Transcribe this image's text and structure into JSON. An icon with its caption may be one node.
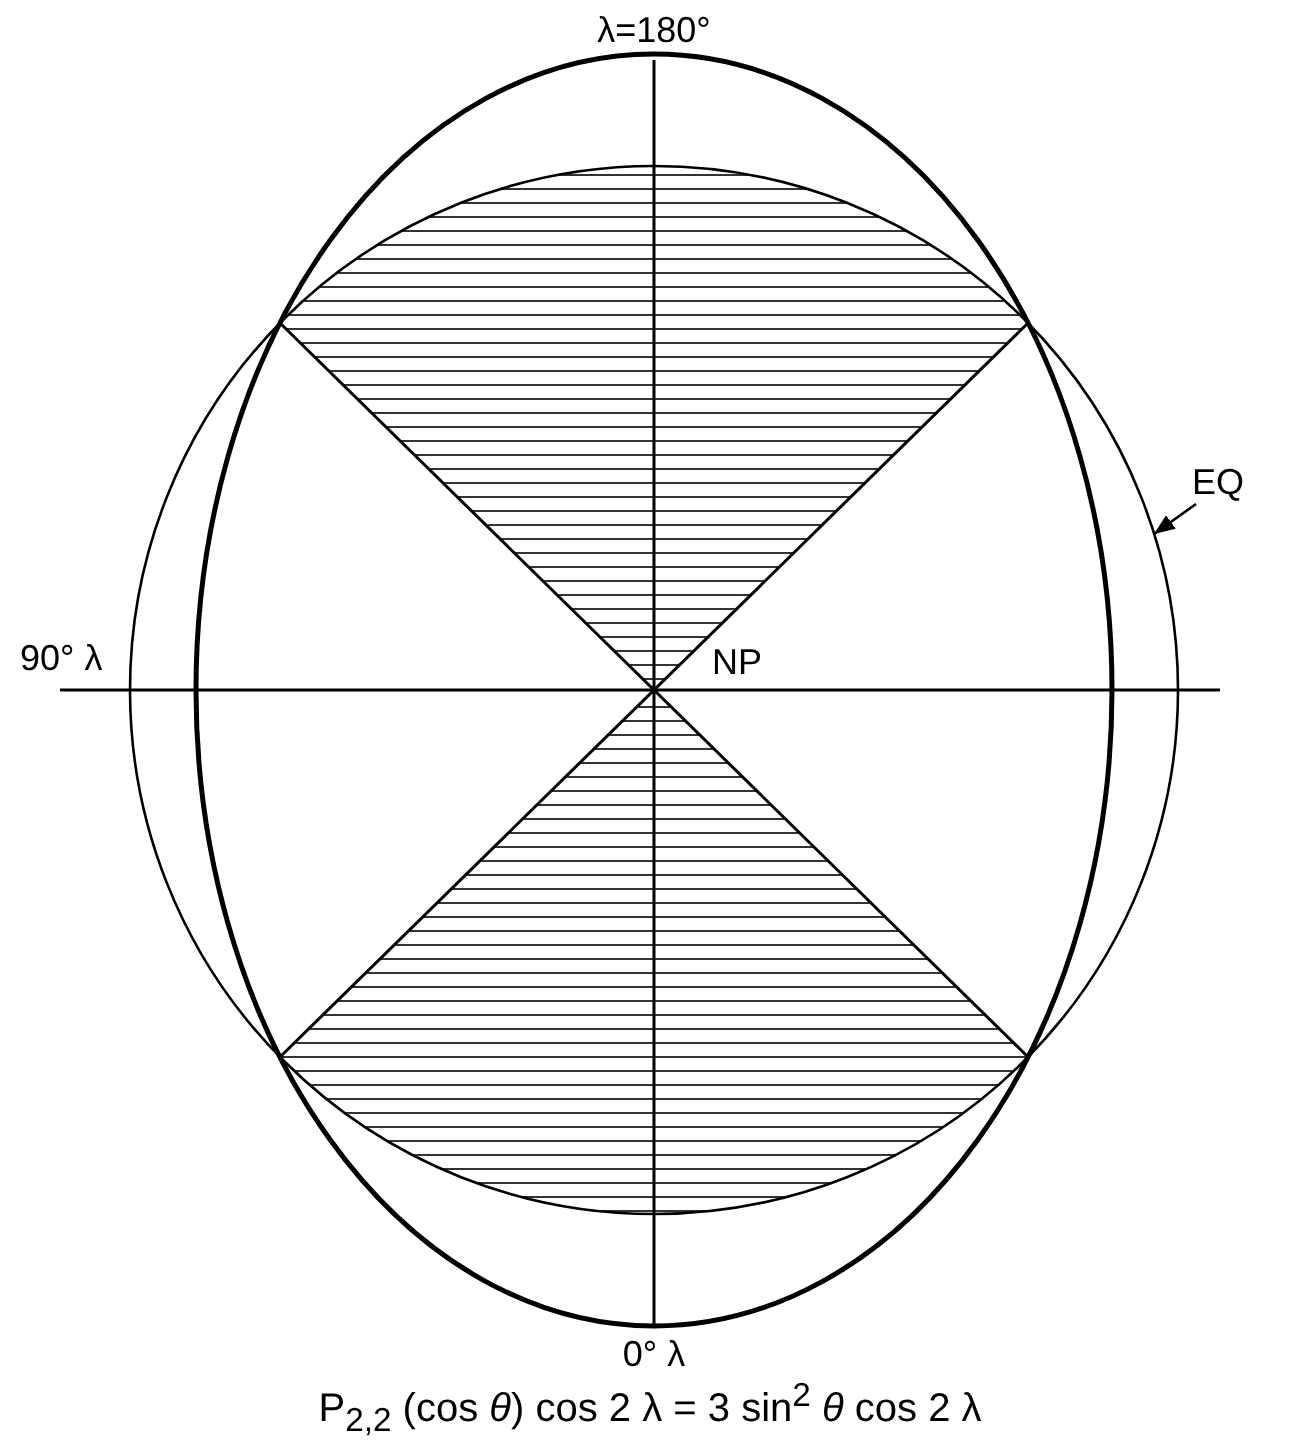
{
  "diagram": {
    "caption": "P$_{2,2}$ (cos *θ*) cos 2 λ = 3 sin$^{2}$ *θ* cos 2 λ",
    "nodes": [
      {
        "text": [
          "EQ"
        ]
      },
      {
        "text": [],
        "shape": "circle"
      }
    ],
    "edges": [
      {
        "from": 0,
        "to": 1,
        "arrow": "to"
      }
    ],
    "labels": [
      "λ=180°",
      "90° λ",
      "NP",
      "0° λ"
    ]
  }
}
